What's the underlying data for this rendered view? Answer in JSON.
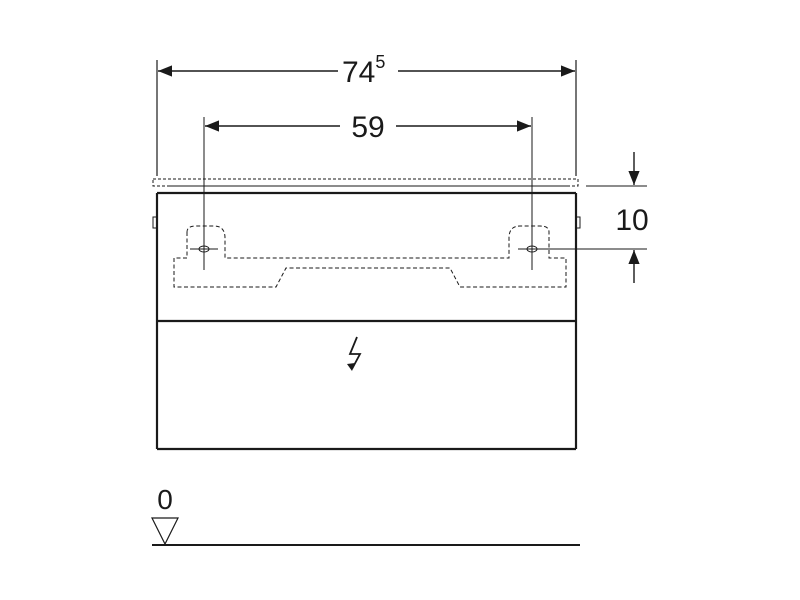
{
  "dimensions": {
    "overall_width": {
      "main": "74",
      "sup": "5"
    },
    "hole_spacing": "59",
    "hole_depth": "10",
    "floor_level": "0"
  },
  "icons": {
    "power_symbol": "lightning-bolt-icon",
    "floor_marker": "floor-level-triangle-icon"
  },
  "colors": {
    "line": "#1a1a1a"
  }
}
